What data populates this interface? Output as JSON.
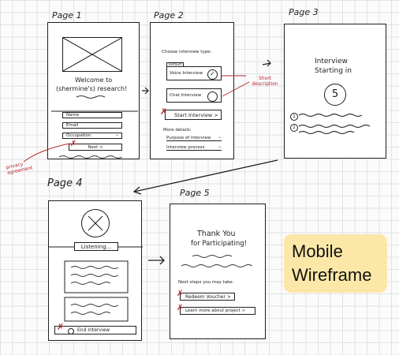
{
  "pages": {
    "p1": {
      "label": "Page 1",
      "title_line1": "Welcome to",
      "title_line2": "(shermine's) research!",
      "fields": [
        "Name",
        "Email",
        "Occupation"
      ],
      "next_button": "Next >",
      "annotation": "privacy agreement"
    },
    "p2": {
      "label": "Page 2",
      "choose_label": "Choose interview type:",
      "badge": "Default",
      "voice": "Voice Interview",
      "chat": "Chat Interview",
      "start_button": "Start Interview >",
      "more_details": "More details:",
      "details": [
        "Purpose of interview",
        "Interview process"
      ],
      "annotation": "Short description"
    },
    "p3": {
      "label": "Page 3",
      "title_line1": "Interview",
      "title_line2": "Starting in",
      "countdown": "5",
      "steps": [
        "1",
        "2"
      ]
    },
    "p4": {
      "label": "Page 4",
      "listening": "Listening...",
      "end_button": "End Interview"
    },
    "p5": {
      "label": "Page 5",
      "thanks_line1": "Thank You",
      "thanks_line2": "for Participating!",
      "next_steps": "Next steps you may take:",
      "voucher": "Redeem Voucher >",
      "project": "Learn more about project >"
    }
  },
  "sticky_note": {
    "line1": "Mobile",
    "line2": "Wireframe"
  },
  "colors": {
    "ink": "#1f1f1f",
    "annotation": "#b3262b",
    "sticky": "#fbe8a8",
    "grid": "#e2e2e2"
  }
}
